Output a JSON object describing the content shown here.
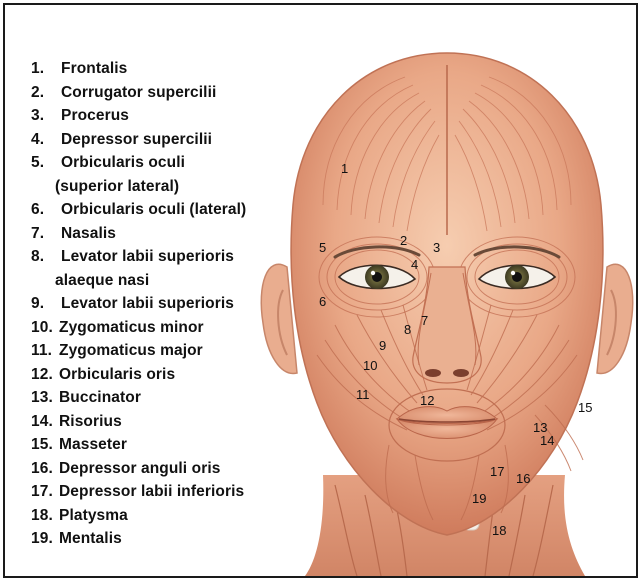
{
  "legend": [
    {
      "num": "1.",
      "name": "Frontalis"
    },
    {
      "num": "2.",
      "name": "Corrugator supercilii"
    },
    {
      "num": "3.",
      "name": "Procerus"
    },
    {
      "num": "4.",
      "name": "Depressor supercilii"
    },
    {
      "num": "5.",
      "name": "Orbicularis oculi"
    },
    {
      "cont": "(superior lateral)"
    },
    {
      "num": "6.",
      "name": "Orbicularis oculi (lateral)"
    },
    {
      "num": "7.",
      "name": "Nasalis"
    },
    {
      "num": "8.",
      "name": "Levator labii superioris"
    },
    {
      "cont": "alaeque nasi"
    },
    {
      "num": "9.",
      "name": "Levator labii superioris"
    },
    {
      "num": "10.",
      "name": "Zygomaticus minor"
    },
    {
      "num": "11.",
      "name": "Zygomaticus major"
    },
    {
      "num": "12.",
      "name": "Orbicularis oris"
    },
    {
      "num": "13.",
      "name": "Buccinator"
    },
    {
      "num": "14.",
      "name": "Risorius"
    },
    {
      "num": "15.",
      "name": "Masseter"
    },
    {
      "num": "16.",
      "name": "Depressor anguli oris"
    },
    {
      "num": "17.",
      "name": "Depressor labii inferioris"
    },
    {
      "num": "18.",
      "name": "Platysma"
    },
    {
      "num": "19.",
      "name": "Mentalis"
    }
  ],
  "labels": {
    "m1": "1",
    "m2": "2",
    "m3": "3",
    "m4": "4",
    "m5": "5",
    "m6": "6",
    "m7": "7",
    "m8": "8",
    "m9": "9",
    "m10": "10",
    "m11": "11",
    "m12": "12",
    "m13": "13",
    "m14": "14",
    "m15": "15",
    "m16": "16",
    "m17": "17",
    "m18": "18",
    "m19": "19"
  },
  "colors": {
    "muscle_light": "#f2c4a6",
    "muscle_mid": "#e39a78",
    "muscle_dark": "#c76d4f",
    "skin": "#f0cdb4",
    "border": "#1a1a1a"
  }
}
